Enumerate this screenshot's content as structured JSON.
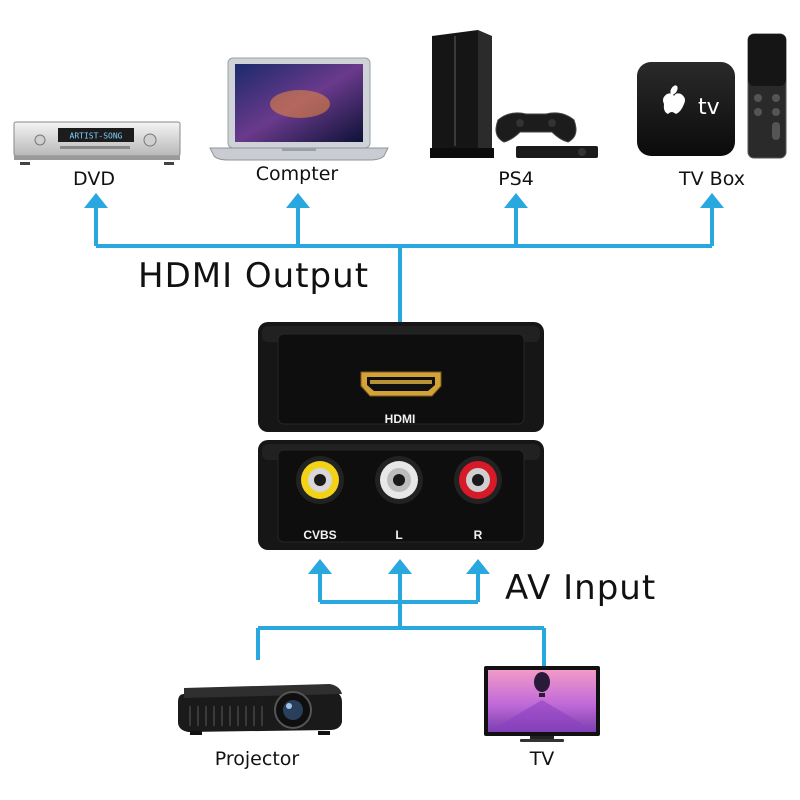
{
  "colors": {
    "connector": "#29a8e0",
    "device_black": "#111111",
    "rca_yellow": "#f3d21a",
    "rca_white": "#e8e8e8",
    "rca_red": "#d61a2a"
  },
  "sections": {
    "output_label": "HDMI Output",
    "input_label": "AV Input"
  },
  "output_devices": [
    {
      "label": "DVD",
      "icon": "dvd-player-icon"
    },
    {
      "label": "Compter",
      "icon": "laptop-icon"
    },
    {
      "label": "PS4",
      "icon": "ps4-console-icon"
    },
    {
      "label": "TV Box",
      "icon": "apple-tv-box-icon"
    }
  ],
  "converter": {
    "hdmi_port_label": "HDMI",
    "av_ports": [
      "CVBS",
      "L",
      "R"
    ]
  },
  "input_devices": [
    {
      "label": "Projector",
      "icon": "projector-icon"
    },
    {
      "label": "TV",
      "icon": "television-icon"
    }
  ],
  "device_screen_text": {
    "dvd_display": "ARTIST-SONG",
    "tv_box_brand": "tv"
  }
}
